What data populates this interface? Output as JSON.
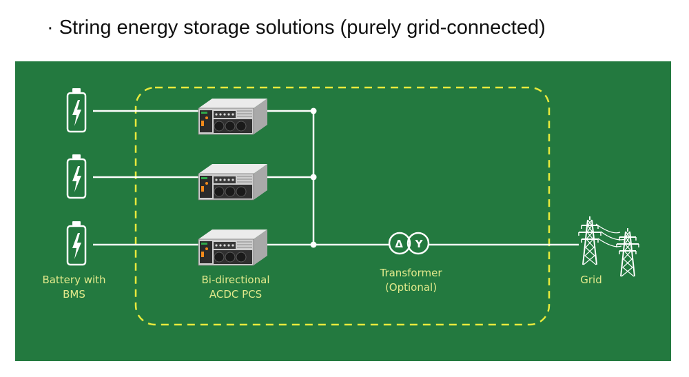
{
  "title": "· String energy storage solutions (purely grid-connected)",
  "colors": {
    "background": "#23793f",
    "line": "#ffffff",
    "dashed_boundary": "#e9ea3c",
    "label": "#e3ea8c"
  },
  "labels": {
    "battery": [
      "Battery with",
      "BMS"
    ],
    "pcs": [
      "Bi-directional",
      "ACDC PCS"
    ],
    "transformer": [
      "Transformer",
      "(Optional)"
    ],
    "grid": "Grid"
  },
  "transformer_symbols": [
    "Δ",
    "Y"
  ],
  "icons": {
    "battery": "battery-charging-icon",
    "pcs": "pcs-unit-icon",
    "tower": "transmission-tower-icon"
  }
}
